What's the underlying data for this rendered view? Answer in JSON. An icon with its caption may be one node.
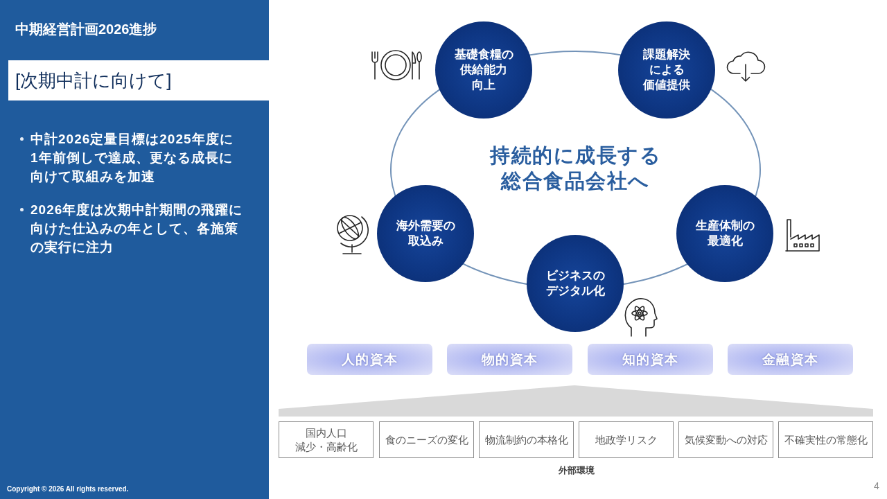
{
  "diagram": {
    "title": "中期経営計画2026進捗",
    "nodes": [
      {
        "text": [
          "[次期中計に向けて]"
        ]
      },
      {
        "text": [
          "持続的に成長する総合食品会社へ"
        ]
      },
      {
        "text": [
          "基礎食糧の供給能力向上"
        ]
      },
      {
        "text": [
          "課題解決による価値提供"
        ]
      },
      {
        "text": [
          "海外需要の取込み"
        ]
      },
      {
        "text": [
          "生産体制の最適化"
        ]
      },
      {
        "text": [
          "ビジネスのデジタル化"
        ]
      },
      {
        "text": [
          "人的資本"
        ]
      },
      {
        "text": [
          "物的資本"
        ]
      },
      {
        "text": [
          "知的資本"
        ]
      },
      {
        "text": [
          "金融資本"
        ]
      },
      {
        "text": [],
        "shape": "trapezoid"
      },
      {
        "text": [
          "国内人口減少・高齢化"
        ]
      },
      {
        "text": [
          "食のニーズの変化"
        ]
      },
      {
        "text": [
          "物流制約の本格化"
        ]
      },
      {
        "text": [
          "地政学リスク"
        ]
      },
      {
        "text": [
          "気候変動への対応"
        ]
      },
      {
        "text": [
          "不確実性の常態化"
        ]
      }
    ],
    "labels": [
      "中計2026定量目標は2025年度に1年前倒しで達成、更なる成長に向けて取組みを加速",
      "2026年度は次期中計期間の飛躍に向けた仕込みの年として、各施策の実行に注力",
      "Copyright © 2026 All rights reserved.",
      "外部環境",
      "4"
    ]
  }
}
